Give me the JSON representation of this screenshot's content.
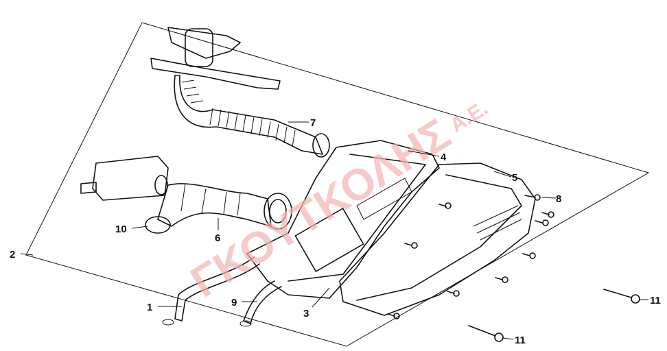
{
  "watermark": {
    "name": "ΓΚΟΥΤΚΟΛΗΣ",
    "suffix": "Α.Ε."
  },
  "callouts": [
    {
      "id": "1",
      "label": "1"
    },
    {
      "id": "2",
      "label": "2"
    },
    {
      "id": "3",
      "label": "3"
    },
    {
      "id": "4",
      "label": "4"
    },
    {
      "id": "5",
      "label": "5"
    },
    {
      "id": "6",
      "label": "6"
    },
    {
      "id": "7",
      "label": "7"
    },
    {
      "id": "8",
      "label": "8"
    },
    {
      "id": "9",
      "label": "9"
    },
    {
      "id": "10",
      "label": "10"
    },
    {
      "id": "11a",
      "label": "11"
    },
    {
      "id": "11b",
      "label": "11"
    }
  ],
  "colors": {
    "line": "#111111",
    "watermark": "#f4b3b3"
  }
}
